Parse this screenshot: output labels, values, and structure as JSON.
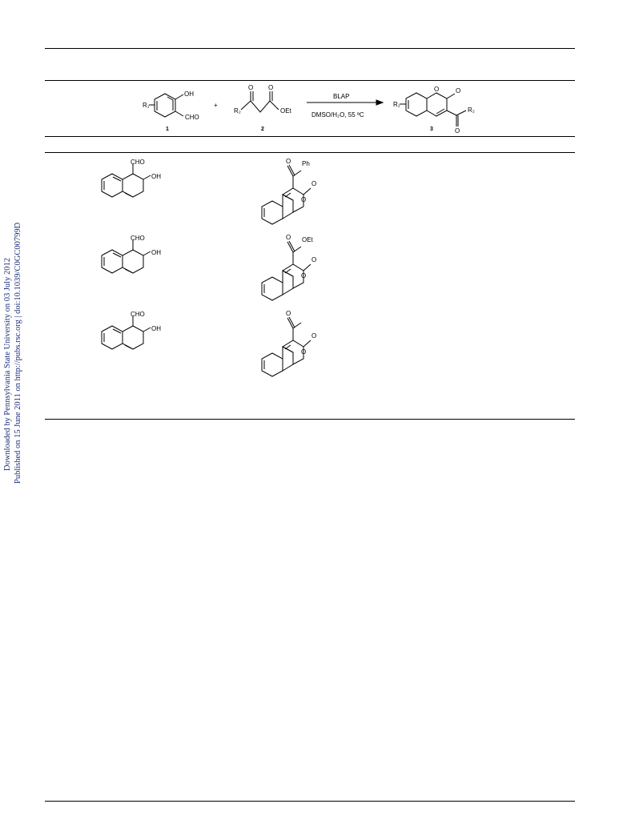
{
  "sidebar": {
    "downloaded": "Downloaded by Pennsylvania State University on 03 July 2012",
    "published": "Published on 15 June 2011 on http://pubs.rsc.org | doi:10.1039/C0GC00799D"
  },
  "scheme": {
    "reactant1": {
      "r_label": "R₁",
      "oh": "OH",
      "cho": "CHO",
      "number": "1"
    },
    "plus": "+",
    "reactant2": {
      "r_label": "R₂",
      "oet": "OEt",
      "number": "2"
    },
    "arrow_top": "BLAP",
    "arrow_bottom": "DMSO/H₂O, 55 ºC",
    "product": {
      "r1_label": "R₁",
      "r2_label": "R₂",
      "number": "3"
    }
  },
  "rows": [
    {
      "substrate": {
        "cho": "CHO",
        "oh": "OH"
      },
      "product": {
        "sub": "Ph"
      }
    },
    {
      "substrate": {
        "cho": "CHO",
        "oh": "OH"
      },
      "product": {
        "sub": "OEt"
      }
    },
    {
      "substrate": {
        "cho": "CHO",
        "oh": "OH"
      },
      "product": {
        "sub": ""
      }
    }
  ]
}
